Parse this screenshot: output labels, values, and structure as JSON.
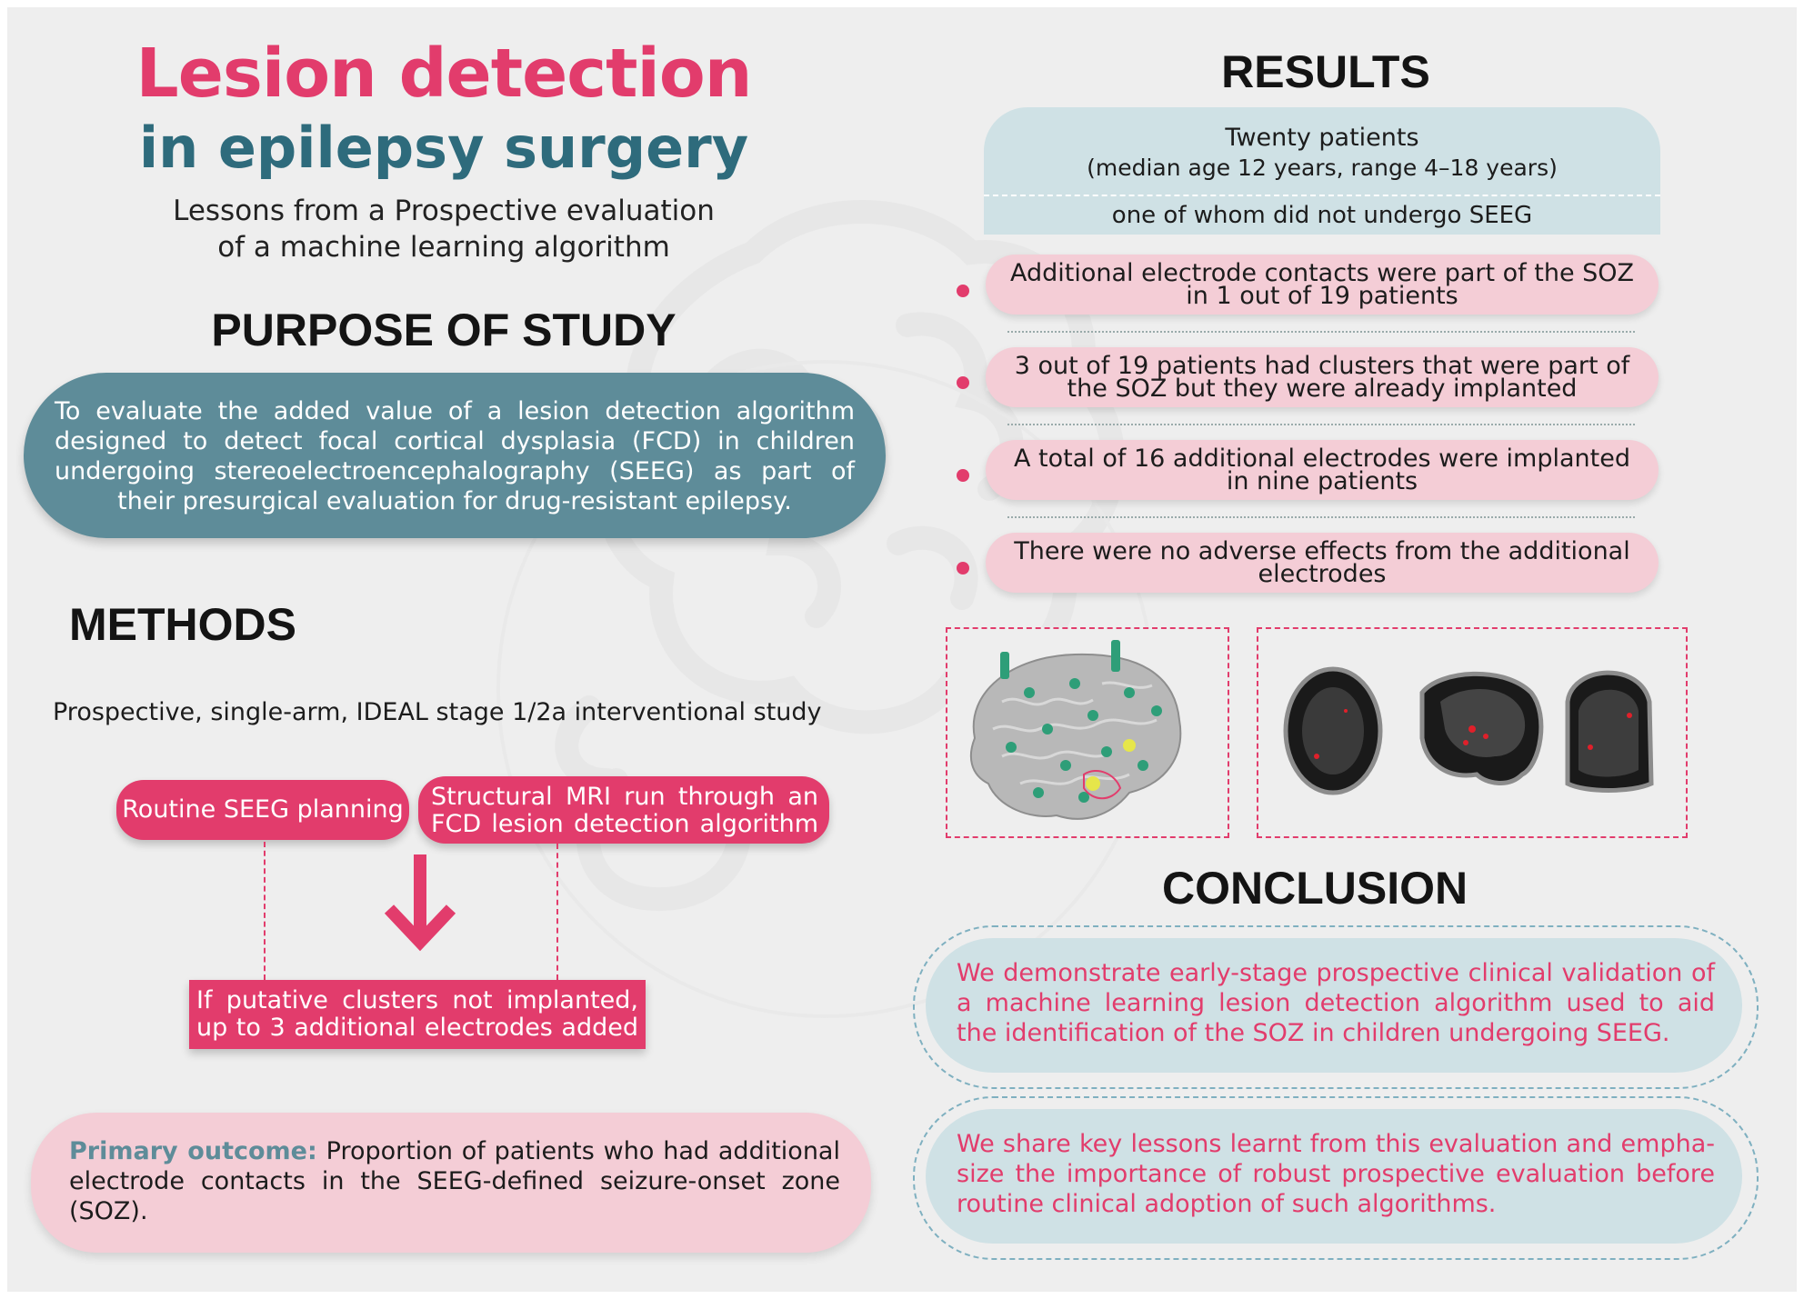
{
  "title": {
    "line1": "Lesion detection",
    "line2": "in epilepsy surgery",
    "subtitle_line1": "Lessons from a Prospective  evaluation",
    "subtitle_line2": "of a machine learning algorithm"
  },
  "purpose": {
    "heading": "PURPOSE OF STUDY",
    "text": "To evaluate the added value of a lesion detection algorithm designed to detect focal cortical dysplasia (FCD) in children undergoing stereoelectroencephalography (SEEG) as part of their presurgical evaluation for drug-resistant epilepsy."
  },
  "methods": {
    "heading": "METHODS",
    "description": "Prospective, single-arm, IDEAL stage 1/2a interventional study",
    "routine_label": "Routine SEEG planning",
    "structural_label": "Structural MRI run through an FCD lesion detection algorithm",
    "if_label": "If putative clusters not implanted, up to 3 additional electrodes added"
  },
  "outcome": {
    "label": "Primary outcome:",
    "text": " Proportion of patients who had additional electrode contacts in the SEEG-defined seizure-onset zone (SOZ)."
  },
  "results": {
    "heading": "RESULTS",
    "patients_line1": "Twenty patients",
    "patients_line2": "(median age 12 years, range 4–18 years)",
    "no_seeg": "one of whom did not undergo SEEG",
    "items": [
      {
        "line1": "Additional electrode contacts were part of the SOZ",
        "line2": "in 1 out of 19 patients"
      },
      {
        "line1": "3 out of 19 patients had clusters that were part of",
        "line2": "the SOZ but they were already implanted"
      },
      {
        "line1": "A total of 16 additional electrodes were implanted",
        "line2": "in nine patients"
      },
      {
        "line1": "There were no adverse effects from the additional",
        "line2": "electrodes"
      }
    ]
  },
  "conclusion": {
    "heading": "CONCLUSION",
    "statement1": "We demonstrate early-stage prospective clinical validation of a machine learning lesion detection algorithm used to aid the identification of the SOZ in children undergoing SEEG.",
    "statement2": "We share key lessons learnt from this evaluation and empha-size the importance of robust prospective evaluation before routine clinical adoption of such algorithms."
  },
  "colors": {
    "accent_pink": "#e23c6c",
    "teal": "#5e8c99",
    "light_pink": "#f4cdd6",
    "light_blue": "#cfe1e5"
  }
}
